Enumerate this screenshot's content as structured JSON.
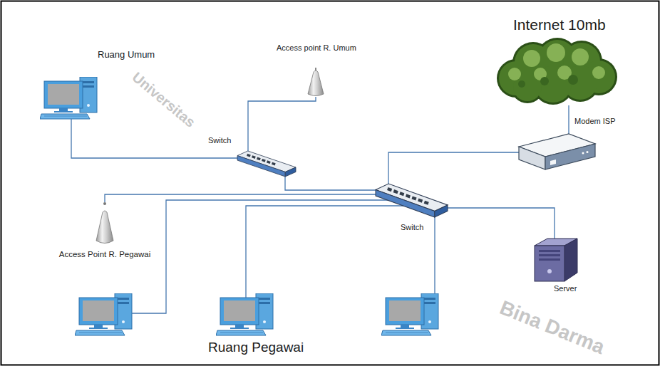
{
  "diagram": {
    "nodes": [
      {
        "text": [
          "Internet 10mb"
        ]
      },
      {
        "text": [
          "Access point R. Umum"
        ]
      },
      {
        "text": [
          "Modem ISP"
        ]
      },
      {
        "text": [
          "Switch"
        ]
      },
      {
        "text": [
          "Switch"
        ]
      },
      {
        "text": [
          "Access Point R. Pegawai"
        ]
      },
      {
        "text": [
          "Server"
        ]
      }
    ],
    "edges": [
      {
        "from": 0,
        "to": 2,
        "arrow": "none"
      },
      {
        "from": 3,
        "to": 1,
        "arrow": "none"
      },
      {
        "from": 3,
        "to": 4,
        "arrow": "none"
      },
      {
        "from": 2,
        "to": 4,
        "arrow": "none"
      },
      {
        "from": 4,
        "to": 5,
        "arrow": "none"
      },
      {
        "from": 4,
        "to": 6,
        "arrow": "none"
      }
    ],
    "labels": [
      "Ruang Umum",
      "Ruang Pegawai",
      "Universitas",
      "Bina Darma"
    ]
  }
}
